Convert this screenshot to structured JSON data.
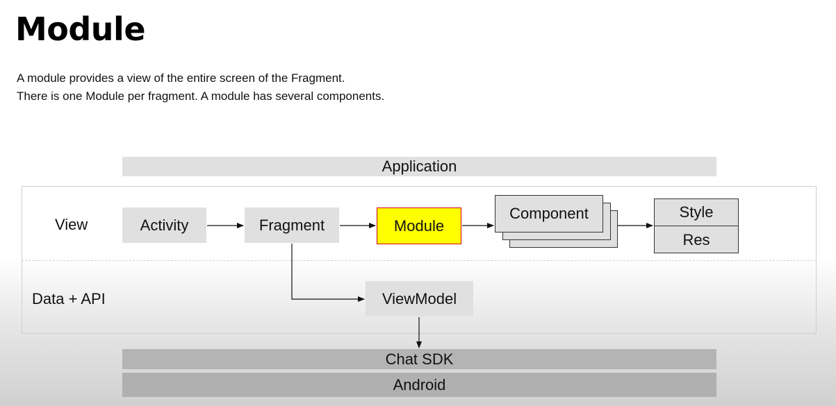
{
  "title": "Module",
  "description": [
    "A module provides a view of the entire screen of the Fragment.",
    "There is one Module per fragment. A module has several components."
  ],
  "bands": {
    "application": "Application",
    "chat_sdk": "Chat SDK",
    "android": "Android"
  },
  "rows": {
    "view": "View",
    "data_api": "Data + API"
  },
  "nodes": {
    "activity": "Activity",
    "fragment": "Fragment",
    "module": "Module",
    "component": "Component",
    "style": "Style",
    "res": "Res",
    "viewmodel": "ViewModel"
  },
  "colors": {
    "module_fill": "#ffff00",
    "module_border": "#cc0000",
    "box_fill": "#e0e0e0"
  }
}
